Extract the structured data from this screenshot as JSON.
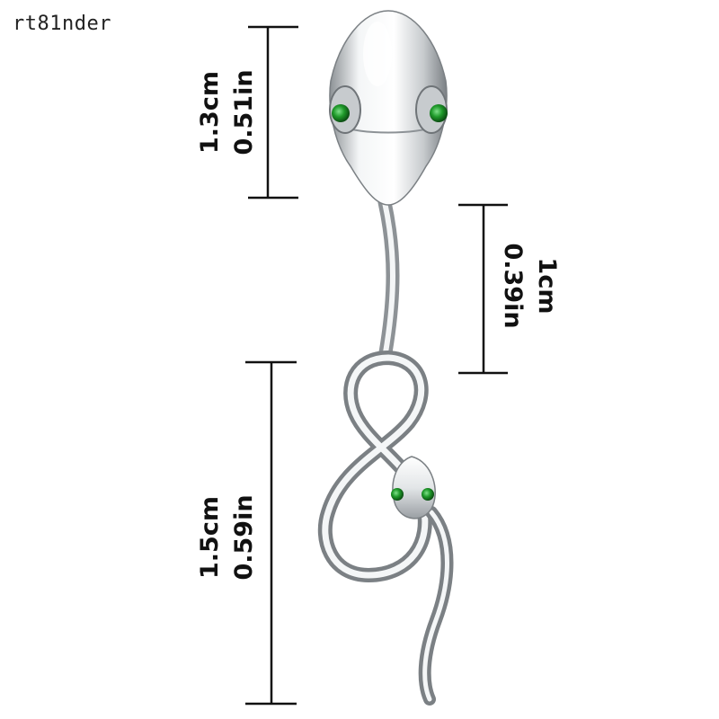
{
  "watermark": "rt81nder",
  "dimensions": {
    "head": {
      "cm": "1.3cm",
      "inch": "0.51in"
    },
    "bar": {
      "cm": "1cm",
      "inch": "0.39in"
    },
    "dangle": {
      "cm": "1.5cm",
      "inch": "0.59in"
    }
  },
  "colors": {
    "gem": "#1f9a2a",
    "metal": "#d9dde0",
    "dimension_line": "#111111"
  }
}
